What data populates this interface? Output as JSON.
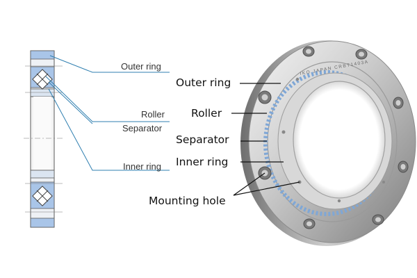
{
  "left_labels": {
    "outer_ring": "Outer ring",
    "roller": "Roller",
    "separator": "Separator",
    "inner_ring": "Inner ring"
  },
  "right_labels": {
    "outer_ring": "Outer ring",
    "roller": "Roller",
    "separator": "Separator",
    "inner_ring": "Inner ring",
    "mounting_hole": "Mounting hole"
  },
  "ring_engraving": "IKO JAPAN CRBT1403A",
  "colors": {
    "leader_line": "#2f7fb0",
    "roller_band": "#a9c5e8",
    "steel_light": "#e6e6e6",
    "steel_dark": "#8a8a8a"
  }
}
